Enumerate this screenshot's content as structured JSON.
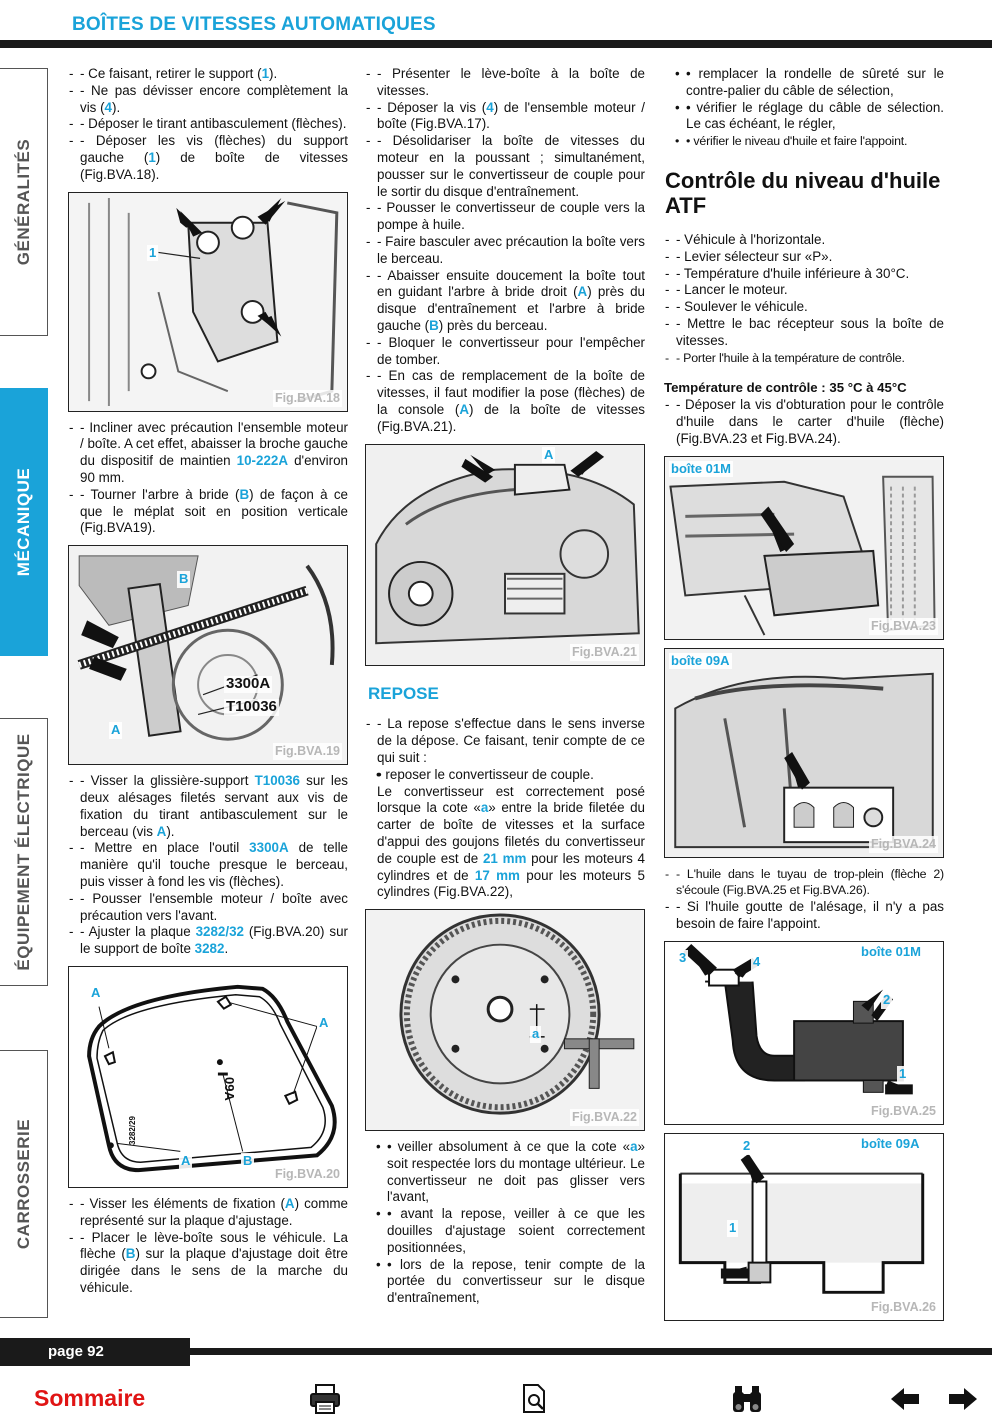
{
  "header": {
    "title": "BOÎTES DE VITESSES AUTOMATIQUES"
  },
  "side_tabs": [
    "GÉNÉRALITÉS",
    "MÉCANIQUE",
    "ÉQUIPEMENT ÉLECTRIQUE",
    "CARROSSERIE"
  ],
  "figures": {
    "bva18": {
      "caption": "Fig.BVA.18",
      "labels": [
        "1"
      ]
    },
    "bva19": {
      "caption": "Fig.BVA.19",
      "labels": [
        "B",
        "A"
      ],
      "tools": [
        "3300A",
        "T10036"
      ]
    },
    "bva20": {
      "caption": "Fig.BVA.20",
      "labels": [
        "A",
        "A",
        "A",
        "B"
      ],
      "plate_text": [
        "09A",
        "3282/29"
      ]
    },
    "bva21": {
      "caption": "Fig.BVA.21",
      "labels": [
        "A"
      ]
    },
    "bva22": {
      "caption": "Fig.BVA.22",
      "labels": [
        "a"
      ]
    },
    "bva23": {
      "caption": "Fig.BVA.23",
      "title": "boîte 01M"
    },
    "bva24": {
      "caption": "Fig.BVA.24",
      "title": "boîte 09A"
    },
    "bva25": {
      "caption": "Fig.BVA.25",
      "title": "boîte 01M",
      "labels": [
        "3",
        "4",
        "2",
        "1"
      ]
    },
    "bva26": {
      "caption": "Fig.BVA.26",
      "title": "boîte 09A",
      "labels": [
        "2",
        "1"
      ]
    }
  },
  "col1": {
    "p1": [
      "- Ce faisant, retirer le support (",
      "1",
      ")."
    ],
    "p2": [
      "- Ne pas dévisser encore complètement la vis (",
      "4",
      ")."
    ],
    "p3": "- Déposer le tirant antibasculement (flèches).",
    "p4": [
      "- Déposer les vis (flèches) du support gauche (",
      "1",
      ") de boîte de vitesses (Fig.BVA.18)."
    ],
    "p5": [
      "- Incliner avec précaution l'ensemble moteur / boîte. A cet effet, abaisser la broche gauche du dispositif de maintien ",
      "10-222A",
      " d'environ 90 mm."
    ],
    "p6": [
      "- Tourner l'arbre à bride (",
      "B",
      ") de façon à ce que le méplat soit en position verticale (Fig.BVA19)."
    ],
    "p7": [
      "- Visser la glissière-support ",
      "T10036",
      " sur les deux alésages filetés servant aux vis de fixation du tirant antibasculement sur le berceau (vis ",
      "A",
      ")."
    ],
    "p8": [
      "- Mettre en place l'outil ",
      "3300A",
      " de telle manière qu'il touche presque le berceau, puis visser à fond les vis (flèches)."
    ],
    "p9": "- Pousser l'ensemble moteur / boîte avec précaution vers l'avant.",
    "p10": [
      "- Ajuster la plaque ",
      "3282/32",
      " (Fig.BVA.20) sur le support de boîte ",
      "3282",
      "."
    ],
    "p11": [
      "- Visser les éléments de fixation (",
      "A",
      ") comme représenté sur la plaque d'ajustage."
    ],
    "p12": [
      "- Placer le lève-boîte sous le véhicule. La flèche (",
      "B",
      ") sur la plaque d'ajustage doit être dirigée dans le sens de la marche du véhicule."
    ]
  },
  "col2": {
    "p1": "- Présenter le lève-boîte à la boîte de vitesses.",
    "p2": [
      "- Déposer la vis (",
      "4",
      ") de l'ensemble moteur / boîte (Fig.BVA.17)."
    ],
    "p3": "- Désolidariser la boîte de vitesses du moteur en la poussant ; simultanément, pousser sur le convertisseur de couple pour le sortir du disque d'entraînement.",
    "p4": "- Pousser le convertisseur de couple vers la pompe à huile.",
    "p5": "- Faire basculer avec précaution la boîte vers le berceau.",
    "p6": [
      "- Abaisser ensuite doucement la boîte tout en guidant l'arbre à bride droit (",
      "A",
      ") près du disque d'entraînement et l'arbre à bride gauche (",
      "B",
      ") près du berceau."
    ],
    "p7": "- Bloquer le convertisseur pour l'empêcher de tomber.",
    "p8": [
      "- En cas de remplacement de la boîte de vitesses, il faut modifier la pose (flèches) de la console (",
      "A",
      ") de la boîte de vitesses (Fig.BVA.21)."
    ],
    "section": "REPOSE",
    "p9": "- La repose s'effectue dans le sens inverse de la dépose. Ce faisant, tenir compte de ce qui suit :",
    "b1": "• reposer le convertisseur de couple.",
    "p10": [
      "Le convertisseur est correctement posé lorsque la cote «",
      "a",
      "» entre la bride filetée du carter de boîte de vitesses et la surface d'appui des goujons filetés du convertisseur de couple est de ",
      "21 mm",
      " pour les moteurs 4 cylindres et de ",
      "17 mm",
      " pour les moteurs 5 cylindres (Fig.BVA.22),"
    ],
    "b2": [
      "• veiller absolument à ce que la cote «",
      "a",
      "» soit respectée lors du montage ultérieur. Le convertisseur ne doit pas glisser vers l'avant,"
    ],
    "b3": "• avant la repose, veiller à ce que les douilles d'ajustage soient correctement positionnées,",
    "b4": "• lors de la repose, tenir compte de la portée du convertisseur sur le disque d'entraînement,"
  },
  "col3": {
    "b1": "• remplacer la rondelle de sûreté sur le contre-palier du câble de sélection,",
    "b2": "• vérifier le réglage du câble de sélection. Le cas échéant, le régler,",
    "b3": "• vérifier le niveau d'huile et faire l'appoint.",
    "title": "Contrôle du niveau d'huile ATF",
    "l1": "- Véhicule à l'horizontale.",
    "l2": "- Levier sélecteur sur «P».",
    "l3": "- Température d'huile inférieure à 30°C.",
    "l4": "- Lancer le moteur.",
    "l5": "- Soulever le véhicule.",
    "l6": "- Mettre le bac récepteur sous la boîte de vitesses.",
    "l7": "- Porter l'huile à la température de contrôle.",
    "temp": "Température de contrôle : 35 °C à 45°C",
    "l8": "- Déposer la vis d'obturation pour le contrôle d'huile dans le carter d'huile (flèche) (Fig.BVA.23 et Fig.BVA.24).",
    "l9": "- L'huile dans le tuyau de trop-plein (flèche 2) s'écoule (Fig.BVA.25 et Fig.BVA.26).",
    "l10": "- Si l'huile goutte de l'alésage, il n'y a pas besoin de faire l'appoint."
  },
  "footer": {
    "page": "page 92",
    "sommaire": "Sommaire"
  },
  "nav_icons": [
    "printer-icon",
    "zoom-page-icon",
    "binoculars-icon",
    "arrow-left-icon",
    "arrow-right-icon"
  ],
  "colors": {
    "accent": "#1aa3d9",
    "dark": "#1a1a1a",
    "sommaire": "#e01414"
  }
}
